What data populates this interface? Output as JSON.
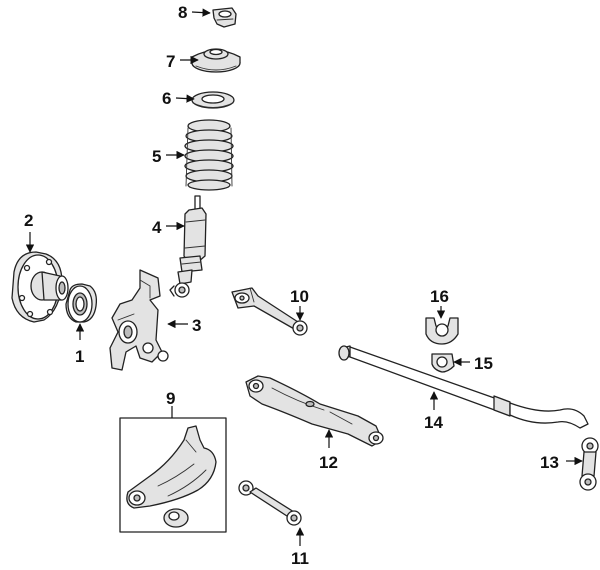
{
  "labels": [
    {
      "id": "callout-1",
      "text": "1"
    },
    {
      "id": "callout-2",
      "text": "2"
    },
    {
      "id": "callout-3",
      "text": "3"
    },
    {
      "id": "callout-4",
      "text": "4"
    },
    {
      "id": "callout-5",
      "text": "5"
    },
    {
      "id": "callout-6",
      "text": "6"
    },
    {
      "id": "callout-7",
      "text": "7"
    },
    {
      "id": "callout-8",
      "text": "8"
    },
    {
      "id": "callout-9",
      "text": "9"
    },
    {
      "id": "callout-10",
      "text": "10"
    },
    {
      "id": "callout-11",
      "text": "11"
    },
    {
      "id": "callout-12",
      "text": "12"
    },
    {
      "id": "callout-13",
      "text": "13"
    },
    {
      "id": "callout-14",
      "text": "14"
    },
    {
      "id": "callout-15",
      "text": "15"
    },
    {
      "id": "callout-16",
      "text": "16"
    }
  ],
  "colors": {
    "line": "#222222",
    "fill_light": "#e3e3e3",
    "fill_mid": "#bdbdbd",
    "background": "#ffffff"
  }
}
